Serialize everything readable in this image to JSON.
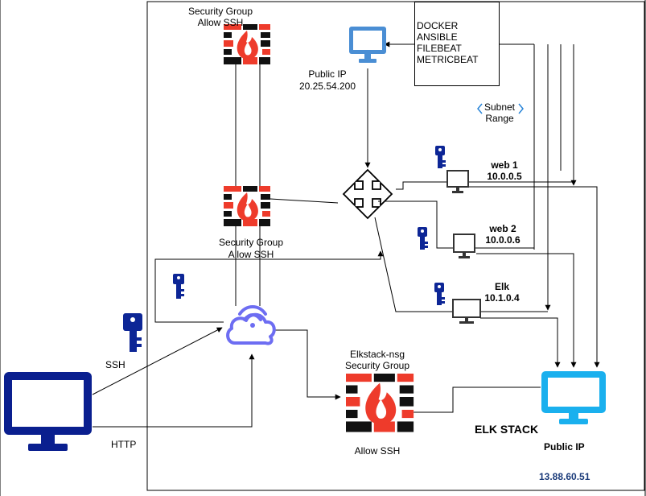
{
  "labels": {
    "sg_top": [
      "Security Group",
      "Allow SSH"
    ],
    "public_ip_top": [
      "Public IP",
      "20.25.54.200"
    ],
    "software_list": [
      "DOCKER",
      "ANSIBLE",
      "FILEBEAT",
      "METRICBEAT"
    ],
    "subnet_range": [
      "Subnet",
      "Range"
    ],
    "web1": [
      "web 1",
      "10.0.0.5"
    ],
    "web2": [
      "web 2",
      "10.0.0.6"
    ],
    "elk": [
      "Elk",
      "10.1.0.4"
    ],
    "sg_middle": [
      "Security Group",
      "Allow SSH"
    ],
    "ssh": "SSH",
    "http": "HTTP",
    "elk_nsg": [
      "Elkstack-nsg",
      "Security Group"
    ],
    "elk_nsg_allow": "Allow SSH",
    "elk_stack": "ELK STACK",
    "public_ip_elk": "Public IP",
    "elk_ip": "13.88.60.51"
  },
  "colors": {
    "monitor_dark_blue": "#0a1f8f",
    "monitor_light_blue": "#4a8ed4",
    "monitor_cyan": "#1ab0ee",
    "key_blue": "#0d2696",
    "cloud_purple": "#6d6df2",
    "firewall_red": "#ee3b2b",
    "firewall_black": "#111111",
    "ip_text_blue": "#1b3b7a",
    "subnet_bracket_blue": "#2a85d8"
  },
  "icons": {
    "client": "monitor-icon",
    "jumpbox": "monitor-icon",
    "elk_server": "monitor-icon",
    "vm": "monitor-icon",
    "ssh_key": "key-icon",
    "gateway": "cloud-wifi-icon",
    "firewall": "firewall-icon",
    "load_balancer": "four-way-arrow-icon"
  }
}
